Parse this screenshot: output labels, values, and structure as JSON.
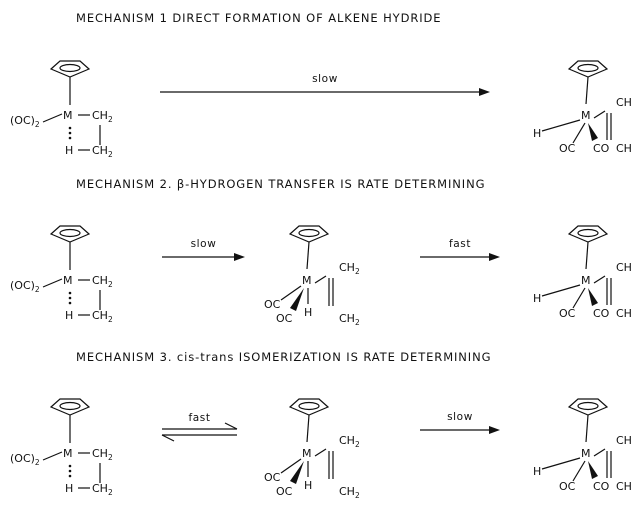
{
  "mechanisms": [
    {
      "title": "MECHANISM  1    DIRECT FORMATION OF ALKENE HYDRIDE",
      "steps": [
        {
          "label": "slow",
          "type": "forward"
        }
      ]
    },
    {
      "title": "MECHANISM  2.    β-HYDROGEN TRANSFER IS RATE DETERMINING",
      "steps": [
        {
          "label": "slow",
          "type": "forward"
        },
        {
          "label": "fast",
          "type": "forward"
        }
      ]
    },
    {
      "title": "MECHANISM  3.    cis-trans  ISOMERIZATION IS RATE DETERMINING",
      "steps": [
        {
          "label": "fast",
          "type": "equilibrium"
        },
        {
          "label": "slow",
          "type": "forward"
        }
      ]
    }
  ],
  "atoms": {
    "metal": "M",
    "hydrogen": "H",
    "co_left": "OC",
    "co_right": "CO",
    "ch": "CH",
    "sub2": "2",
    "oc_group": "(OC)"
  }
}
